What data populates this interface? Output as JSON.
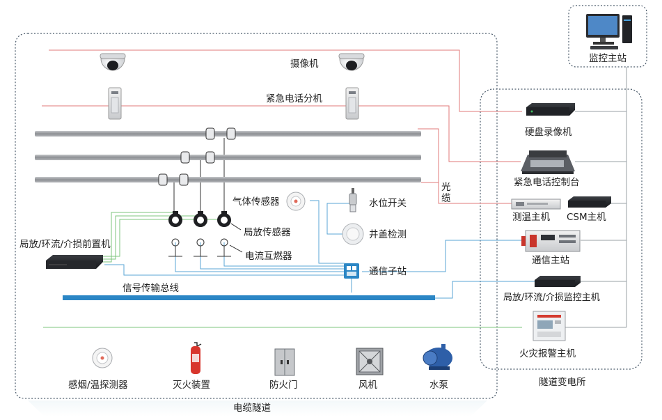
{
  "regions": {
    "cable_tunnel": "电缆隧道",
    "substation": "隧道变电所",
    "monitor_station": "监控主站"
  },
  "tunnel": {
    "camera": "摄像机",
    "emergency_phone_ext": "紧急电话分机",
    "fiber_cable": "光缆",
    "gas_sensor": "气体传感器",
    "water_level_switch": "水位开关",
    "manhole_detection": "井盖检测",
    "pd_sensor": "局放传感器",
    "ct_harvester": "电流互燃器",
    "comm_substation": "通信子站",
    "frontend_unit": "局放/环流/介损前置机",
    "signal_bus": "信号传输总线",
    "smoke_detector": "感烟/温探测器",
    "fire_extinguisher": "灭火装置",
    "fire_door": "防火门",
    "fan": "风机",
    "water_pump": "水泵"
  },
  "substation_devices": {
    "nvr": "硬盘录像机",
    "phone_console": "紧急电话控制台",
    "temp_host": "测温主机",
    "csm_host": "CSM主机",
    "comm_master": "通信主站",
    "pd_monitor_host": "局放/环流/介损监控主机",
    "fire_alarm_host": "火灾报警主机"
  },
  "colors": {
    "boundary": "#4a5a6a",
    "cable_gray": "#9b9da0",
    "signal_bus": "#2b86c5",
    "red_line": "#e07a7a",
    "green_line": "#7cc47c",
    "blue_line": "#5aa6d6",
    "gray_line": "#9aa0a6"
  },
  "icons": [
    "dome-camera-icon",
    "phone-extension-icon",
    "cable-clamp-icon",
    "gas-sensor-icon",
    "water-level-switch-icon",
    "manhole-sensor-icon",
    "pd-sensor-icon",
    "current-transformer-icon",
    "comm-substation-icon",
    "frontend-unit-icon",
    "smoke-detector-icon",
    "fire-extinguisher-icon",
    "fire-door-icon",
    "fan-icon",
    "water-pump-icon",
    "monitor-workstation-icon",
    "nvr-icon",
    "phone-console-icon",
    "temp-host-icon",
    "csm-host-icon",
    "comm-master-icon",
    "pd-monitor-host-icon",
    "fire-alarm-host-icon"
  ]
}
